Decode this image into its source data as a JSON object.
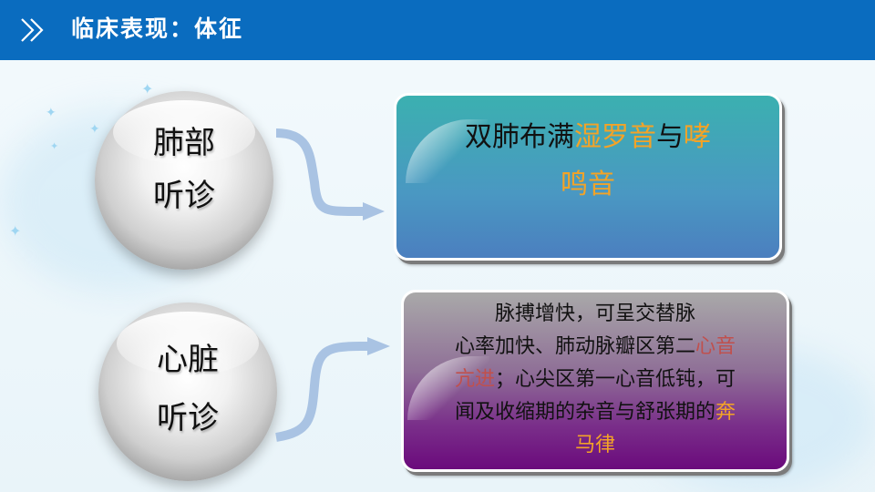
{
  "header": {
    "icon": "double-chevron-right-icon",
    "title": "临床表现：体征",
    "bg_color": "#0a6cbf"
  },
  "lung": {
    "label_line1": "肺部",
    "label_line2": "听诊",
    "finding": {
      "segments": [
        {
          "text": "双肺布满",
          "style": "normal"
        },
        {
          "text": "湿罗音",
          "style": "orange"
        },
        {
          "text": "与",
          "style": "normal"
        },
        {
          "text": "哮",
          "style": "orange"
        }
      ],
      "line2": [
        {
          "text": "鸣音",
          "style": "orange"
        }
      ]
    }
  },
  "heart": {
    "label_line1": "心脏",
    "label_line2": "听诊",
    "finding": {
      "line1": "脉搏增快，可呈交替脉",
      "line2_a": "心率加快、肺动脉瓣区第二",
      "line2_b": "心音",
      "line3_a": "亢进",
      "line3_b": "；心尖区第一心音低钝，可",
      "line4_a": "闻及收缩期的杂音与舒张期的",
      "line4_b": "奔",
      "line5": "马律"
    }
  },
  "colors": {
    "accent_orange": "#f3a327",
    "accent_red": "#c0504d",
    "arrow": "#a9c3e3"
  }
}
